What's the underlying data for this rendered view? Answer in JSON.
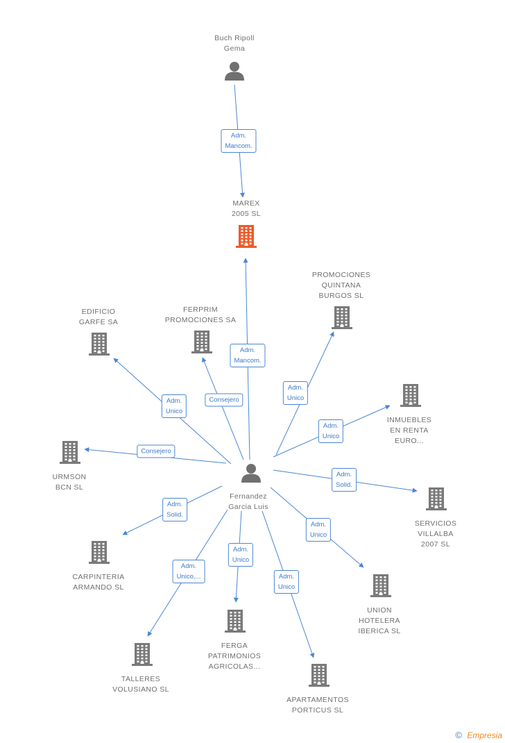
{
  "colors": {
    "edge": "#4a86d2",
    "company_icon": "#7a7a7a",
    "focus_company_icon": "#f05a28",
    "person_icon": "#707070",
    "label_text": "#6f6f6f"
  },
  "nodes": [
    {
      "id": "buch",
      "type": "person",
      "label": [
        "Buch Ripoll",
        "Gema"
      ],
      "name": "node-buch-ripoll-gema"
    },
    {
      "id": "marex",
      "type": "company",
      "focus": true,
      "label": [
        "MAREX",
        "2005 SL"
      ],
      "name": "node-marex-2005-sl"
    },
    {
      "id": "fernandez",
      "type": "person",
      "label": [
        "Fernandez",
        "Garcia Luis"
      ],
      "name": "node-fernandez-garcia-luis"
    },
    {
      "id": "promociones",
      "type": "company",
      "label": [
        "PROMOCIONES",
        "QUINTANA",
        "BURGOS SL"
      ],
      "name": "node-promociones-quintana-burgos-sl"
    },
    {
      "id": "edificio",
      "type": "company",
      "label": [
        "EDIFICIO",
        "GARFE SA"
      ],
      "name": "node-edificio-garfe-sa"
    },
    {
      "id": "ferprim",
      "type": "company",
      "label": [
        "FERPRIM",
        "PROMOCIONES SA"
      ],
      "name": "node-ferprim-promociones-sa"
    },
    {
      "id": "inmuebles",
      "type": "company",
      "label": [
        "INMUEBLES",
        "EN RENTA",
        "EURO..."
      ],
      "name": "node-inmuebles-en-renta-euro"
    },
    {
      "id": "urmson",
      "type": "company",
      "label": [
        "URMSON",
        "BCN SL"
      ],
      "name": "node-urmson-bcn-sl"
    },
    {
      "id": "servicios",
      "type": "company",
      "label": [
        "SERVICIOS",
        "VILLALBA",
        "2007 SL"
      ],
      "name": "node-servicios-villalba-2007-sl"
    },
    {
      "id": "carpinteria",
      "type": "company",
      "label": [
        "CARPINTERIA",
        "ARMANDO SL"
      ],
      "name": "node-carpinteria-armando-sl"
    },
    {
      "id": "union",
      "type": "company",
      "label": [
        "UNION",
        "HOTELERA",
        "IBERICA SL"
      ],
      "name": "node-union-hotelera-iberica-sl"
    },
    {
      "id": "ferga",
      "type": "company",
      "label": [
        "FERGA",
        "PATRIMONIOS",
        "AGRICOLAS..."
      ],
      "name": "node-ferga-patrimonios-agricolas"
    },
    {
      "id": "talleres",
      "type": "company",
      "label": [
        "TALLERES",
        "VOLUSIANO SL"
      ],
      "name": "node-talleres-volusiano-sl"
    },
    {
      "id": "apartamentos",
      "type": "company",
      "label": [
        "APARTAMENTOS",
        "PORTICUS SL"
      ],
      "name": "node-apartamentos-porticus-sl"
    }
  ],
  "edges": [
    {
      "from": "buch",
      "to": "marex",
      "label": [
        "Adm.",
        "Mancom."
      ]
    },
    {
      "from": "fernandez",
      "to": "marex",
      "label": [
        "Adm.",
        "Mancom."
      ]
    },
    {
      "from": "fernandez",
      "to": "promociones",
      "label": [
        "Adm.",
        "Unico"
      ]
    },
    {
      "from": "fernandez",
      "to": "ferprim",
      "label": [
        "Consejero"
      ]
    },
    {
      "from": "fernandez",
      "to": "edificio",
      "label": [
        "Adm.",
        "Unico"
      ]
    },
    {
      "from": "fernandez",
      "to": "inmuebles",
      "label": [
        "Adm.",
        "Unico"
      ]
    },
    {
      "from": "fernandez",
      "to": "urmson",
      "label": [
        "Consejero"
      ]
    },
    {
      "from": "fernandez",
      "to": "servicios",
      "label": [
        "Adm.",
        "Solid."
      ]
    },
    {
      "from": "fernandez",
      "to": "carpinteria",
      "label": [
        "Adm.",
        "Solid."
      ]
    },
    {
      "from": "fernandez",
      "to": "union",
      "label": [
        "Adm.",
        "Unico"
      ]
    },
    {
      "from": "fernandez",
      "to": "talleres",
      "label": [
        "Adm.",
        "Unico,..."
      ]
    },
    {
      "from": "fernandez",
      "to": "ferga",
      "label": [
        "Adm.",
        "Unico"
      ]
    },
    {
      "from": "fernandez",
      "to": "apartamentos",
      "label": [
        "Adm.",
        "Unico"
      ]
    }
  ],
  "footer": {
    "copyright_symbol": "©",
    "brand": "Empresia"
  }
}
